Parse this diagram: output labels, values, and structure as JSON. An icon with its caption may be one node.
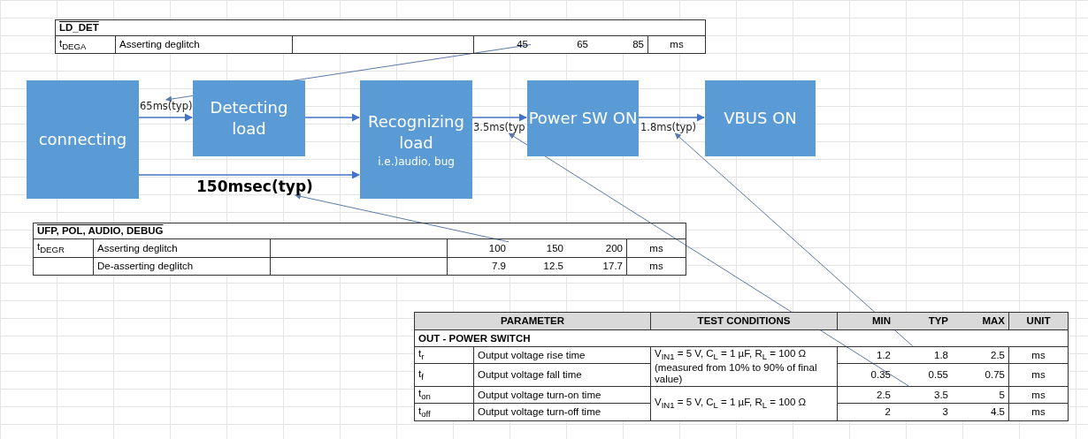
{
  "diagram": {
    "nodes": [
      {
        "text": [
          "connecting"
        ]
      },
      {
        "text": [
          "65ms(typ)"
        ]
      },
      {
        "text": [
          "Detecting load"
        ]
      },
      {
        "text": [
          "150msec(typ)"
        ]
      },
      {
        "text": [
          "Recognizing load",
          "i.e.)audio, bug"
        ]
      },
      {
        "text": [
          "3.5ms(typ"
        ]
      },
      {
        "text": [
          "Power SW ON"
        ]
      },
      {
        "text": [
          "1.8ms(typ)"
        ]
      },
      {
        "text": [
          "VBUS ON"
        ]
      },
      {
        "text": [
          "65"
        ]
      },
      {
        "text": [
          "150"
        ]
      },
      {
        "text": [
          "1.8"
        ]
      },
      {
        "text": [
          "3.5"
        ]
      }
    ],
    "edges": [
      {
        "from": 0,
        "to": 2,
        "arrow": "to"
      },
      {
        "from": 2,
        "to": 4,
        "arrow": "to"
      },
      {
        "from": 0,
        "to": 4,
        "arrow": "to"
      },
      {
        "from": 4,
        "to": 6,
        "arrow": "to"
      },
      {
        "from": 6,
        "to": 8,
        "arrow": "to"
      },
      {
        "from": 9,
        "to": 1,
        "arrow": "to"
      },
      {
        "from": 10,
        "to": 3,
        "arrow": "to"
      },
      {
        "from": 12,
        "to": 5,
        "arrow": "to"
      },
      {
        "from": 11,
        "to": 7,
        "arrow": "to"
      }
    ],
    "labels": [
      "LD_DET",
      "t$_{DEGA}$",
      "Asserting deglitch",
      "45",
      "85",
      "ms",
      "UFP, POL, AUDIO, DEBUG",
      "t$_{DEGR}$",
      "Asserting deglitch",
      "100",
      "200",
      "ms",
      "De-asserting deglitch",
      "7.9",
      "12.5",
      "17.7",
      "ms",
      "PARAMETER",
      "TEST CONDITIONS",
      "MIN",
      "TYP",
      "MAX",
      "UNIT",
      "OUT - POWER SWITCH",
      "t$_{r}$",
      "Output voltage rise time",
      "V$_{IN1}$ = 5 V, C$_{L}$ = 1 µF, R$_{L}$ = 100 Ω (measured from 10% to 90% of final value)",
      "1.2",
      "2.5",
      "ms",
      "t$_{f}$",
      "Output voltage fall time",
      "0.35",
      "0.55",
      "0.75",
      "ms",
      "t$_{on}$",
      "Output voltage turn-on time",
      "V$_{IN1}$ = 5 V, C$_{L}$ = 1 µF, R$_{L}$ = 100 Ω",
      "2.5",
      "5",
      "ms",
      "t$_{off}$",
      "Output voltage turn-off time",
      "2",
      "3",
      "4.5",
      "ms"
    ]
  }
}
